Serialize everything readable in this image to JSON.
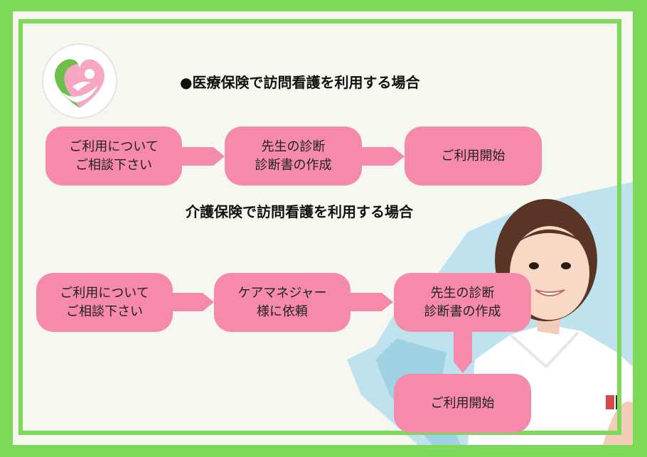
{
  "medical": {
    "heading": "●医療保険で訪問看護を利用する場合",
    "steps": [
      {
        "line1": "ご利用について",
        "line2": "ご相談下さい"
      },
      {
        "line1": "先生の診断",
        "line2": "診断書の作成"
      },
      {
        "line1": "ご利用開始",
        "line2": ""
      }
    ]
  },
  "care": {
    "heading": "介護保険で訪問看護を利用する場合",
    "steps": [
      {
        "line1": "ご利用について",
        "line2": "ご相談下さい"
      },
      {
        "line1": "ケアマネジャー",
        "line2": "様に依頼"
      },
      {
        "line1": "先生の診断",
        "line2": "診断書の作成"
      },
      {
        "line1": "ご利用開始",
        "line2": ""
      }
    ]
  },
  "colors": {
    "border": "#7dd958",
    "panel": "#f6f8ef",
    "step": "#f58aab",
    "arrow": "#f58aab"
  },
  "icons": {
    "logo": "heart-care-logo-icon",
    "arrow": "arrow-right-icon"
  }
}
